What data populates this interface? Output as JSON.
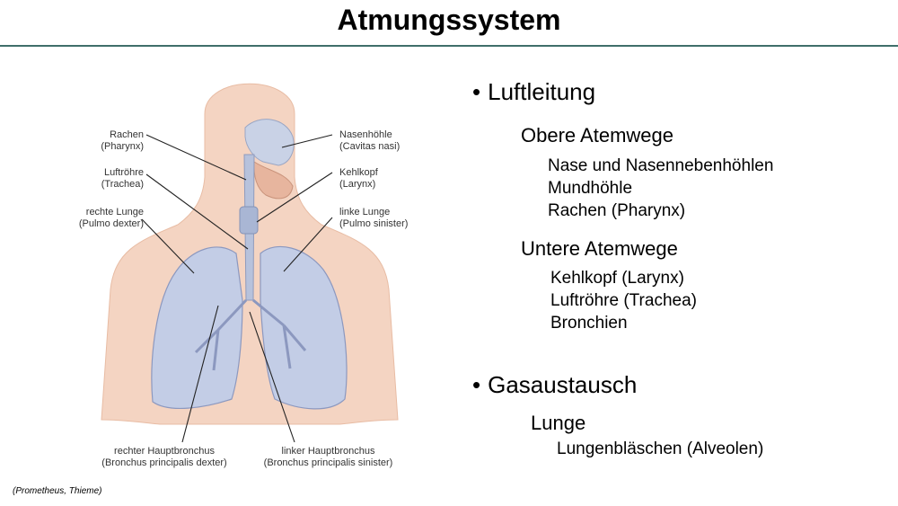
{
  "slide": {
    "title": "Atmungssystem",
    "caption": "(Prometheus, Thieme)"
  },
  "figure": {
    "labels": {
      "rachen": [
        "Rachen",
        "(Pharynx)"
      ],
      "luftroehre": [
        "Luftröhre",
        "(Trachea)"
      ],
      "rechte_lunge": [
        "rechte Lunge",
        "(Pulmo dexter)"
      ],
      "nasenhoehle": [
        "Nasenhöhle",
        "(Cavitas nasi)"
      ],
      "kehlkopf": [
        "Kehlkopf",
        "(Larynx)"
      ],
      "linke_lunge": [
        "linke Lunge",
        "(Pulmo sinister)"
      ],
      "rechter_hauptbronchus": [
        "rechter Hauptbronchus",
        "(Bronchus principalis dexter)"
      ],
      "linker_hauptbronchus": [
        "linker Hauptbronchus",
        "(Bronchus principalis sinister)"
      ]
    }
  },
  "outline": {
    "luftleitung": "Luftleitung",
    "obere_atemwege": "Obere Atemwege",
    "obere_items": [
      "Nase und Nasennebenhöhlen",
      "Mundhöhle",
      "Rachen (Pharynx)"
    ],
    "untere_atemwege": "Untere Atemwege",
    "untere_items": [
      "Kehlkopf (Larynx)",
      "Luftröhre (Trachea)",
      "Bronchien"
    ],
    "gasaustausch": "Gasaustausch",
    "lunge": "Lunge",
    "lunge_items": [
      "Lungenbläschen (Alveolen)"
    ]
  }
}
